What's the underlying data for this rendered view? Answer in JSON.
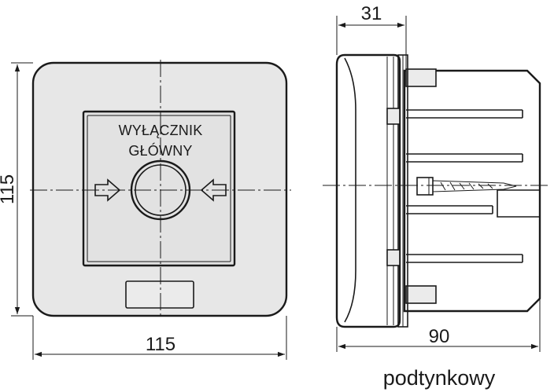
{
  "front_view": {
    "label_line1": "WYŁĄCZNIK",
    "label_line2": "GŁÓWNY",
    "width_dim": "115",
    "height_dim": "115"
  },
  "side_view": {
    "depth_dim": "31",
    "total_dim": "90",
    "caption": "podtynkowy"
  }
}
